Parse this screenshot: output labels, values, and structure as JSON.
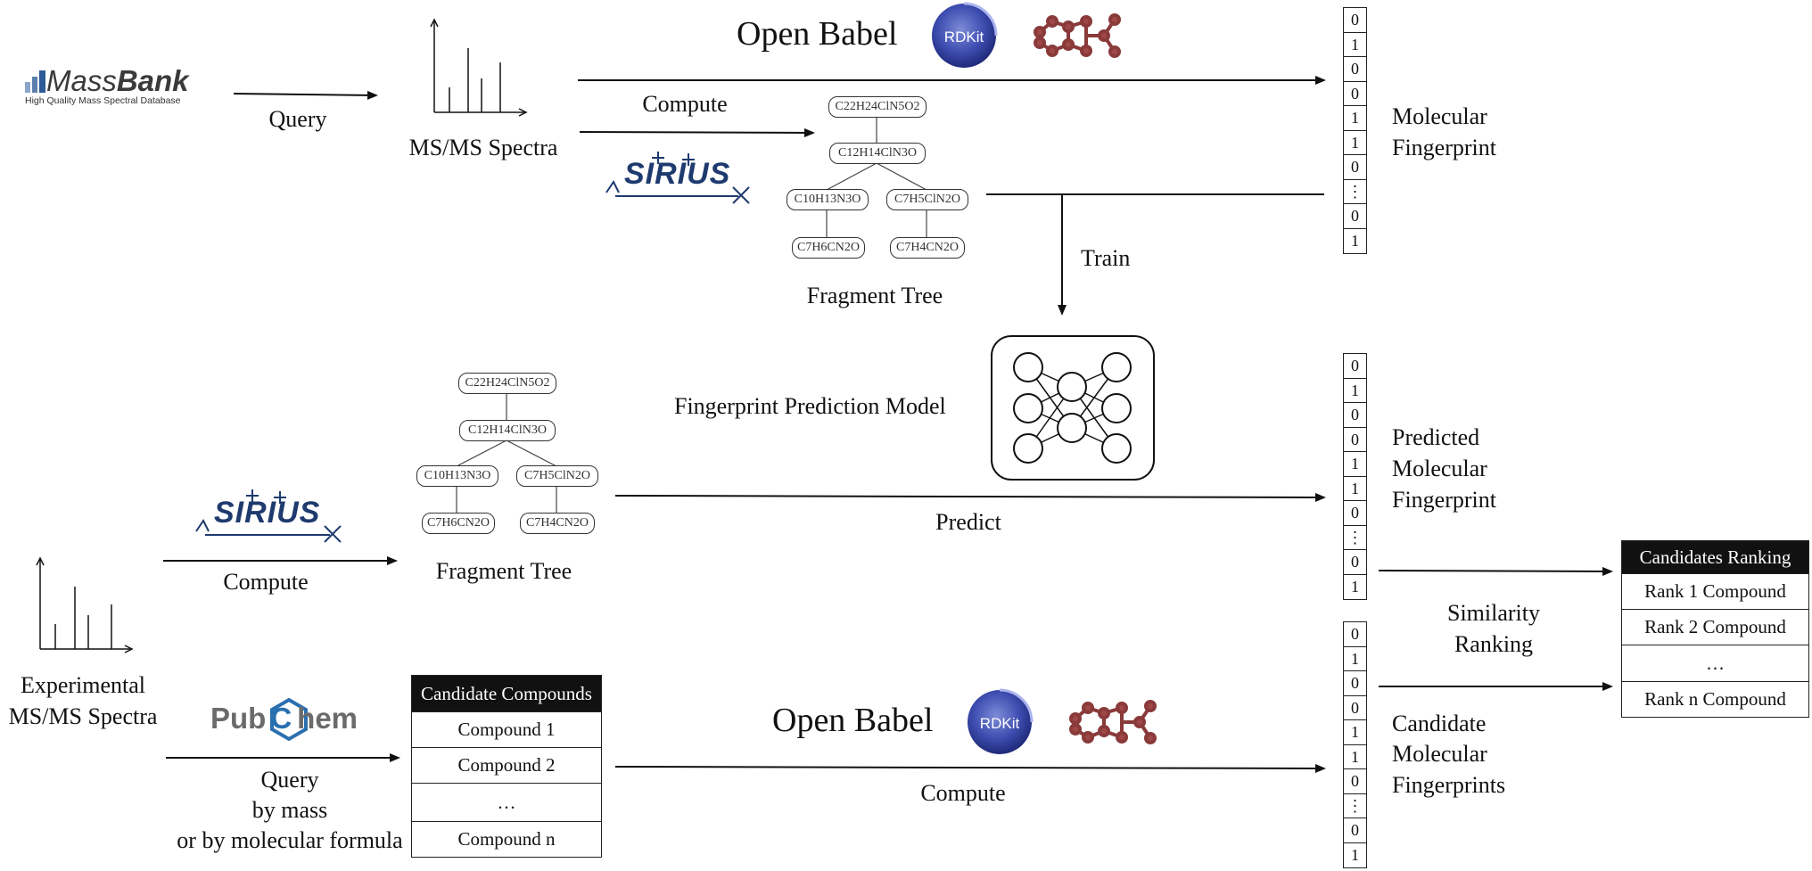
{
  "logos": {
    "massbank_name_a": "Mass",
    "massbank_name_b": "Bank",
    "massbank_tagline": "High Quality Mass Spectral Database",
    "sirius": "SIRIUS",
    "pubchem_a": "Pub",
    "pubchem_c": "C",
    "pubchem_b": "hem",
    "rdkit": "RDKit"
  },
  "top": {
    "query": "Query",
    "spectra": "MS/MS Spectra",
    "open_babel": "Open Babel",
    "compute": "Compute",
    "fragment_tree": "Fragment Tree",
    "mol_fp_line1": "Molecular",
    "mol_fp_line2": "Fingerprint",
    "train": "Train"
  },
  "tree": {
    "root": "C22H24ClN5O2",
    "mid": "C12H14ClN3O",
    "left": "C10H13N3O",
    "right": "C7H5ClN2O",
    "left_leaf": "C7H6CN2O",
    "right_leaf": "C7H4CN2O"
  },
  "model": {
    "label": "Fingerprint Prediction Model"
  },
  "middle": {
    "compute": "Compute",
    "fragment_tree": "Fragment Tree",
    "predict": "Predict",
    "pred_fp_line1": "Predicted",
    "pred_fp_line2": "Molecular",
    "pred_fp_line3": "Fingerprint",
    "exp_line1": "Experimental",
    "exp_line2": "MS/MS Spectra"
  },
  "bottom": {
    "query_line1": "Query",
    "query_line2": "by mass",
    "query_line3": "or by molecular formula",
    "open_babel": "Open Babel",
    "compute": "Compute",
    "cand_fp_line1": "Candidate",
    "cand_fp_line2": "Molecular",
    "cand_fp_line3": "Fingerprints"
  },
  "candidates": {
    "header": "Candidate Compounds",
    "rows": [
      "Compound 1",
      "Compound 2",
      "…",
      "Compound n"
    ]
  },
  "ranking": {
    "similarity_line1": "Similarity",
    "similarity_line2": "Ranking",
    "header": "Candidates Ranking",
    "rows": [
      "Rank 1 Compound",
      "Rank 2 Compound",
      "…",
      "Rank n Compound"
    ]
  },
  "fingerprint_bits": [
    "0",
    "1",
    "0",
    "0",
    "1",
    "1",
    "0",
    "⋮",
    "0",
    "1"
  ]
}
